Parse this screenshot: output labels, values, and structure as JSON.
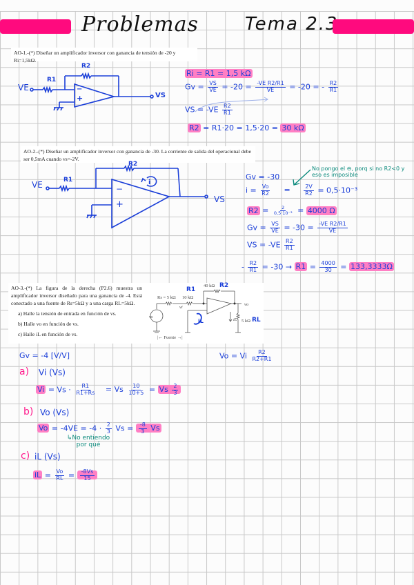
{
  "header": {
    "title_word": "Problemas",
    "title_topic": "Tema 2.3",
    "band_color": "#ff0a7e"
  },
  "colors": {
    "ink_blue": "#1a3ed8",
    "ink_teal": "#0b8a7c",
    "ink_pink": "#ff1a8c",
    "highlight_pink": "#ff7fc4",
    "grid_line": "#c8c8c8",
    "paper": "#fcfcfc"
  },
  "problem1": {
    "statement": "AO-1.-(*) Diseñar un amplificador inversor con ganancia de tensión de -20 y Ri=1,5kΩ.",
    "circuit": {
      "input_label": "VE",
      "output_label": "VS",
      "r1_label": "R1",
      "r2_label": "R2",
      "minus": "−",
      "plus": "+"
    },
    "solution": {
      "line1": "Ri = R1 = 1,5 kΩ",
      "gv_lhs": "Gv =",
      "gv_num": "VS",
      "gv_den": "VE",
      "gv_eq1": "= -20 =",
      "gv_frac2_num": "-VE R2/R1",
      "gv_frac2_den": "VE",
      "gv_eq2": "= -20 = -",
      "gv_frac3_num": "R2",
      "gv_frac3_den": "R1",
      "vs_lhs": "VS = -VE",
      "vs_frac_num": "R2",
      "vs_frac_den": "R1",
      "r2_lhs": "R2",
      "r2_mid": "= R1·20 = 1,5·20 =",
      "r2_result": "30 kΩ"
    }
  },
  "problem2": {
    "statement": "AO-2.-(*) Diseñar un amplificador inversor con ganancia de -30. La corriente de salida del operacional debe ser 0,5mA cuando vs=-2V.",
    "circuit": {
      "input_label": "VE",
      "output_label": "VS",
      "r1_label": "R1",
      "r2_label": "R2",
      "current_label": "i",
      "minus": "−",
      "plus": "+"
    },
    "note": "No pongo el ⊖, porq si no R2<0 y eso es imposible",
    "solution": {
      "gv": "Gv = -30",
      "i_lhs": "i =",
      "i_frac1_num": "Vo",
      "i_frac1_den": "R2",
      "i_eq": "=",
      "i_frac2_num": "2V",
      "i_frac2_den": "R2",
      "i_result": "= 0,5·10⁻³",
      "r2_lhs": "R2",
      "r2_frac_num": "2",
      "r2_frac_den": "0,5·10⁻³",
      "r2_result": "4000 Ω",
      "gv2_lhs": "Gv =",
      "gv2_num": "VS",
      "gv2_den": "VE",
      "gv2_eq": "= -30 =",
      "gv2_frac_num": "-VE R2/R1",
      "gv2_frac_den": "VE",
      "vs_lhs": "VS = -VE",
      "vs_num": "R2",
      "vs_den": "R1",
      "final_neg": "-",
      "final_num": "R2",
      "final_den": "R1",
      "final_eq": "= -30 →",
      "final_r1": "R1",
      "final_frac_num": "4000",
      "final_frac_den": "30",
      "final_result": "133,3333Ω"
    }
  },
  "problem3": {
    "statement": "AO-3.-(*) La figura de la derecha (P2.6) muestra un amplificador inversor diseñado para una ganancia de -4. Está conectado a una fuente de Rs=5kΩ y a una carga RL=5kΩ.",
    "items": [
      "a)  Halle la tensión de entrada en función de vs.",
      "b)  Halle vo en función de vs.",
      "c)  Halle iL en función de vs."
    ],
    "figure": {
      "rs": "Rs = 5 kΩ",
      "r1": "10 kΩ",
      "r2": "40 kΩ",
      "rl": "5 kΩ",
      "vs": "vs",
      "vi": "vi",
      "vo": "vo",
      "il": "iL",
      "fuente": "|← Fuente →|",
      "hw_r1": "R1",
      "hw_r2": "R2",
      "hw_rl": "RL",
      "hw_il": "iL"
    },
    "solution": {
      "gv": "Gv = -4 [V/V]",
      "side_formula_lhs": "Vo = Vi",
      "side_num": "R2",
      "side_den": "R2+R1",
      "a_label": "a)",
      "a_title": "Vi (Vs)",
      "a_lhs": "Vi",
      "a_eq1": "= Vs ·",
      "a_frac1_num": "R1",
      "a_frac1_den": "R1+Rs",
      "a_eq2": "= Vs",
      "a_frac2_num": "10",
      "a_frac2_den": "10+5",
      "a_eq3": "=",
      "a_result_prefix": "Vs",
      "a_result_num": "2",
      "a_result_den": "3",
      "b_label": "b)",
      "b_title": "Vo (Vs)",
      "b_lhs": "Vo",
      "b_eq": "= -4VE  = -4 ·",
      "b_frac_num": "2",
      "b_frac_den": "3",
      "b_eq2": "Vs =",
      "b_result_num": "-8",
      "b_result_den": "3",
      "b_result_suffix": "Vs",
      "b_note": "↳No entiendo por qué",
      "c_label": "c)",
      "c_title": "iL (Vs)",
      "c_lhs": "iL",
      "c_eq": "=",
      "c_frac1_num": "Vo",
      "c_frac1_den": "RL",
      "c_eq2": "=",
      "c_result_num": "-8Vs",
      "c_result_den": "15"
    }
  }
}
